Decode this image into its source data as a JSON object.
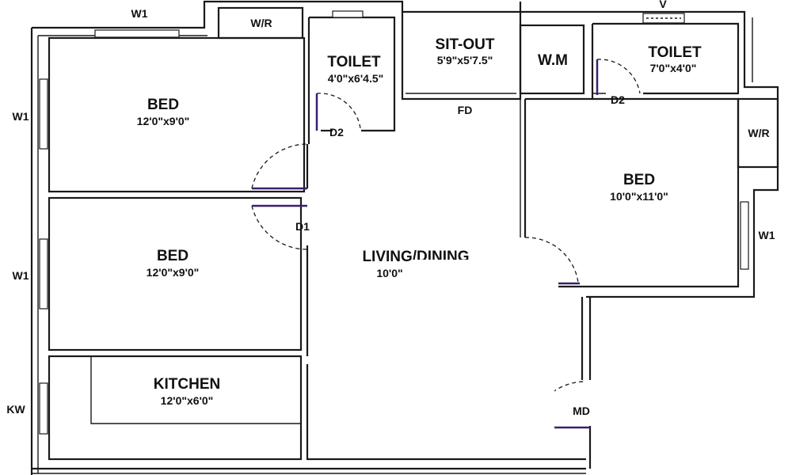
{
  "rooms": {
    "bed1": {
      "name": "BED",
      "size": "12'0\"x9'0\""
    },
    "bed2": {
      "name": "BED",
      "size": "12'0\"x9'0\""
    },
    "bed3": {
      "name": "BED",
      "size": "10'0\"x11'0\""
    },
    "kitchen": {
      "name": "KITCHEN",
      "size": "12'0\"x6'0\""
    },
    "toilet1": {
      "name": "TOILET",
      "size": "4'0\"x6'4.5\""
    },
    "toilet2": {
      "name": "TOILET",
      "size": "7'0\"x4'0\""
    },
    "sitout": {
      "name": "SIT-OUT",
      "size": "5'9\"x5'7.5\""
    },
    "living": {
      "name": "LIVING/DINING",
      "size": "10'0\""
    },
    "wm": {
      "name": "W.M"
    },
    "wr1": {
      "name": "W/R"
    },
    "wr2": {
      "name": "W/R"
    }
  },
  "tags": {
    "w1_top": "W1",
    "w1_left_top": "W1",
    "w1_left_mid": "W1",
    "w1_right": "W1",
    "kw": "KW",
    "v": "V",
    "fd": "FD",
    "md": "MD",
    "d1": "D1",
    "d2_left": "D2",
    "d2_right": "D2"
  },
  "colors": {
    "line": "#1a1a1a",
    "door_leaf": "#3a1f6e",
    "background": "#ffffff"
  }
}
